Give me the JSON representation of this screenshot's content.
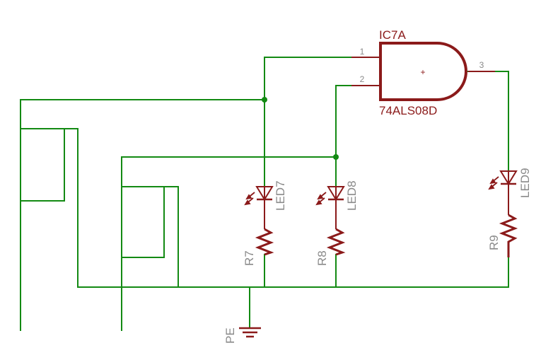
{
  "colors": {
    "wire": "#138a13",
    "part": "#8b1a1a",
    "name_label": "#8b1a1a",
    "value_label": "#8b1a1a",
    "ref_label": "#8a8a8a",
    "pin_label": "#8a8a8a",
    "background": "#ffffff"
  },
  "gate": {
    "name": "IC7A",
    "value": "74ALS08D",
    "type": "and-gate",
    "center_mark": "+",
    "pins": [
      "1",
      "2",
      "3"
    ]
  },
  "components": {
    "led7": "LED7",
    "led8": "LED8",
    "led9": "LED9",
    "r7": "R7",
    "r8": "R8",
    "r9": "R9",
    "ground": "PE"
  }
}
